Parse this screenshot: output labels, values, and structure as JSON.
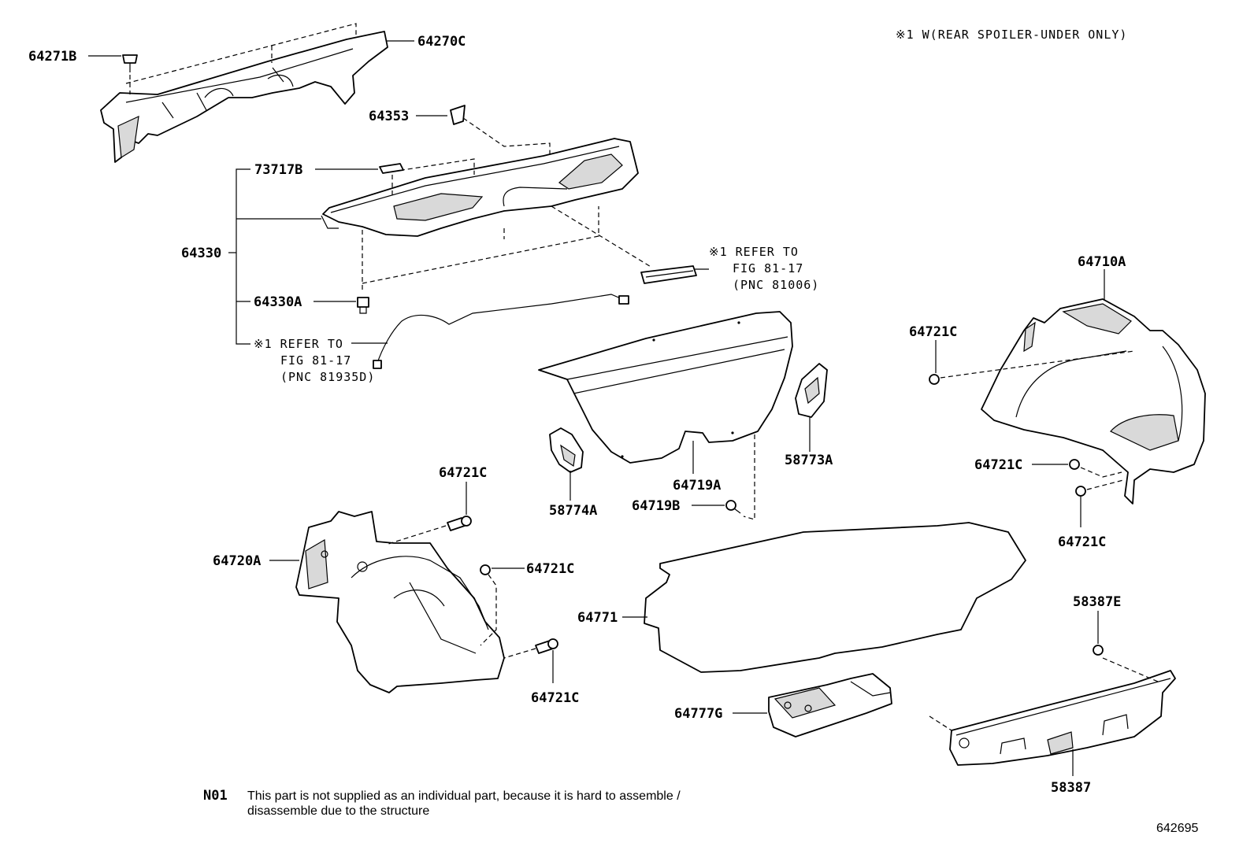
{
  "header_note": "※1 W(REAR SPOILER-UNDER ONLY)",
  "footnote": {
    "code": "N01",
    "line1": "This part is not supplied as an individual part, because it is hard to assemble /",
    "line2": "disassemble due to the structure"
  },
  "figure_id": "642695",
  "labels": {
    "p64271B": "64271B",
    "p64270C": "64270C",
    "p64353": "64353",
    "p73717B": "73717B",
    "p64330": "64330",
    "p64330A": "64330A",
    "ref1_l1": "※1 REFER TO",
    "ref1_l2": "FIG 81-17",
    "ref1_l3": "(PNC 81935D)",
    "ref2_l1": "※1 REFER TO",
    "ref2_l2": "FIG 81-17",
    "ref2_l3": "(PNC 81006)",
    "p64710A": "64710A",
    "p64721C_a": "64721C",
    "p64721C_b": "64721C",
    "p64721C_c": "64721C",
    "p64721C_d": "64721C",
    "p64721C_e": "64721C",
    "p64721C_f": "64721C",
    "p58773A": "58773A",
    "p58774A": "58774A",
    "p64719A": "64719A",
    "p64719B": "64719B",
    "p64720A": "64720A",
    "p64771": "64771",
    "p64777G": "64777G",
    "p58387E": "58387E",
    "p58387": "58387"
  }
}
